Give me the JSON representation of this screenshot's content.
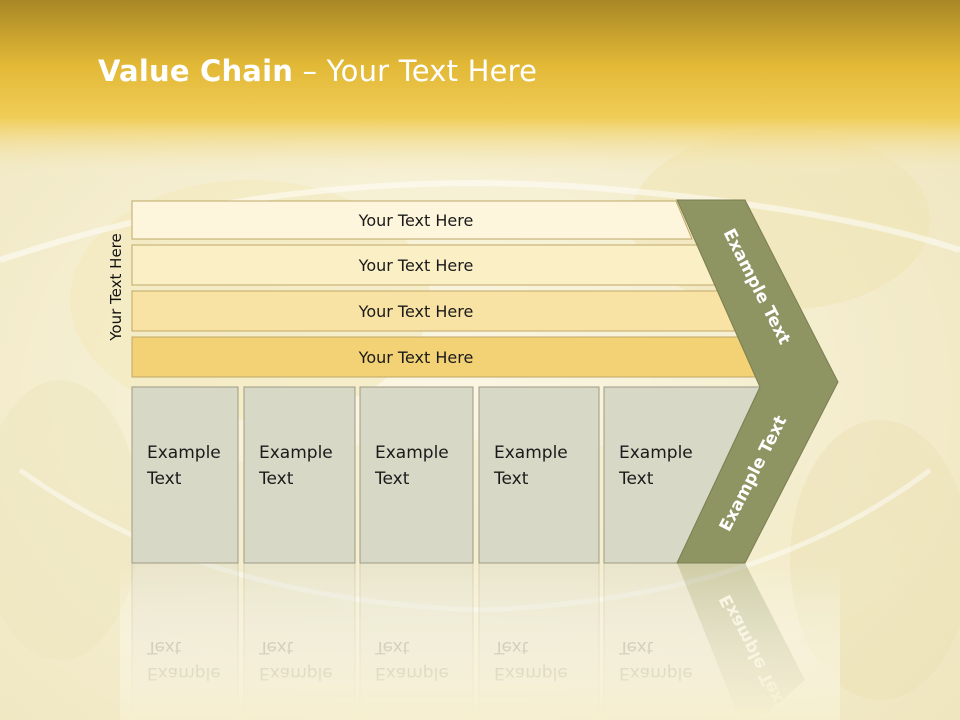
{
  "slide": {
    "title_bold": "Value Chain",
    "title_rest": " – Your Text Here",
    "side_label": "Your Text Here"
  },
  "bars": [
    {
      "label": "Your Text Here",
      "fill": "#fdf6dc"
    },
    {
      "label": "Your Text Here",
      "fill": "#fbefc6"
    },
    {
      "label": "Your Text Here",
      "fill": "#f8e2a4"
    },
    {
      "label": "Your Text Here",
      "fill": "#f2d274"
    }
  ],
  "boxes": [
    {
      "line1": "Example",
      "line2": "Text"
    },
    {
      "line1": "Example",
      "line2": "Text"
    },
    {
      "line1": "Example",
      "line2": "Text"
    },
    {
      "line1": "Example",
      "line2": "Text"
    },
    {
      "line1": "Example",
      "line2": "Text"
    }
  ],
  "chevron": {
    "upper_label": "Example Text",
    "lower_label": "Example Text",
    "fill": "#8f9463"
  },
  "colors": {
    "header": "#c89e24",
    "box_fill": "#d8d8c7",
    "box_stroke": "#9e9a86",
    "bar_stroke": "#bfa868"
  }
}
